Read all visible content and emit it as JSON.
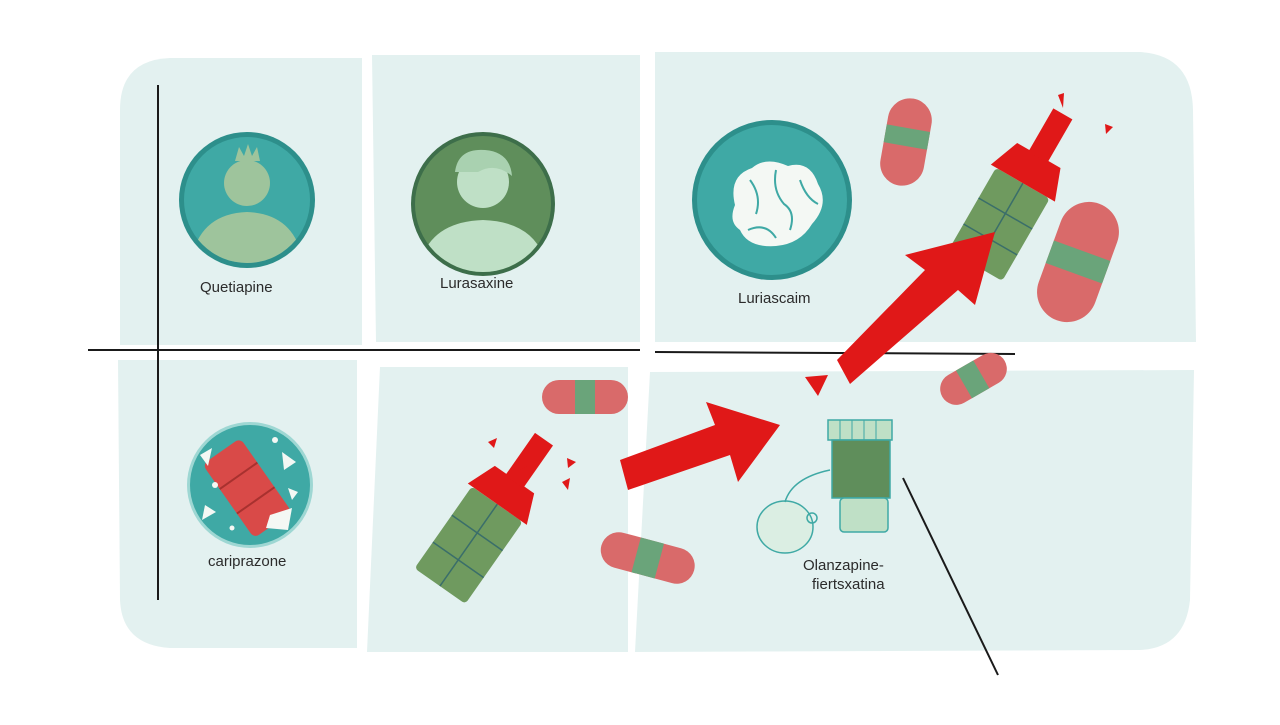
{
  "labels": {
    "quetiapine": "Quetiapine",
    "lurasidone": "Lurasaxine",
    "third": "Luriascaim",
    "cariprazine": "cariprazone",
    "olanzapine_line1": "Olanzapine-",
    "olanzapine_line2": "fiertsxatina"
  },
  "colors": {
    "panel": "#e3f1f0",
    "teal": "#3fa9a5",
    "teal_dark": "#2d8f8b",
    "olive": "#5f8e5b",
    "sage": "#9ec49c",
    "pale_green": "#bfe0c6",
    "red": "#e01818",
    "pill_red": "#d96a6a",
    "pill_green": "#6aa47a",
    "line": "#1a1a1a"
  },
  "icons": {
    "portrait_crown": "person-with-crown-icon",
    "portrait_boy": "person-icon",
    "brain": "brain-icon",
    "shattered_pill": "shattered-pill-icon",
    "inhaler": "inhaler-icon",
    "pill": "capsule-icon",
    "arrow": "rising-arrow-icon"
  }
}
